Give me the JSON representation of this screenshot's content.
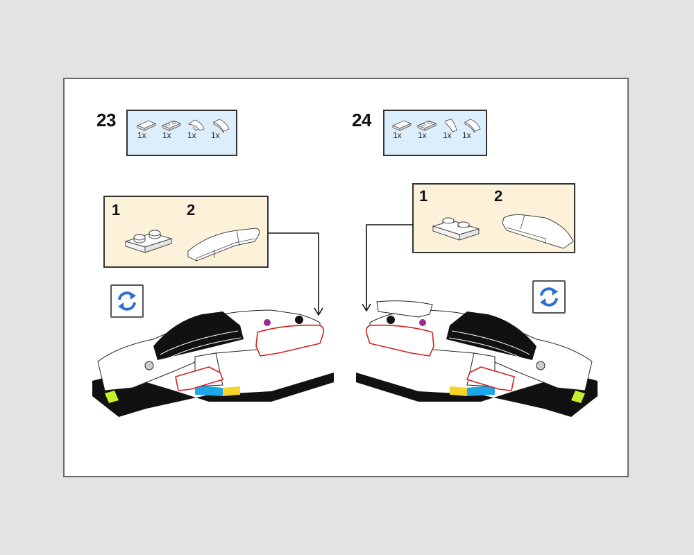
{
  "page": {
    "background": "#e3e3e3",
    "sheet_background": "#ffffff",
    "sheet_border": "#6b6b6b"
  },
  "colors": {
    "parts_list_bg": "#dceefc",
    "callout_bg": "#fcf1d9",
    "highlight_outline": "#d42020",
    "rotate_icon": "#2b6fd1",
    "lime_brick": "#c8f02c",
    "blue_brick": "#1ea6e6",
    "yellow_brick": "#f5d327",
    "magenta_brick": "#9b2b8e"
  },
  "steps": [
    {
      "number": "23",
      "parts": [
        {
          "icon": "tile-1x2-icon",
          "qty": "1x"
        },
        {
          "icon": "plate-1x2-icon",
          "qty": "1x"
        },
        {
          "icon": "curved-slope-left-icon",
          "qty": "1x"
        },
        {
          "icon": "curved-slope-icon",
          "qty": "1x"
        }
      ],
      "callout": {
        "substeps": [
          {
            "number": "1",
            "icon": "plate-1x2-icon"
          },
          {
            "number": "2",
            "icon": "curved-slope-assembly-icon"
          }
        ]
      },
      "rotate_icon": "rotate-model-icon"
    },
    {
      "number": "24",
      "parts": [
        {
          "icon": "tile-1x2-icon",
          "qty": "1x"
        },
        {
          "icon": "plate-1x2-icon",
          "qty": "1x"
        },
        {
          "icon": "curved-slope-right-icon",
          "qty": "1x"
        },
        {
          "icon": "curved-slope-icon",
          "qty": "1x"
        }
      ],
      "callout": {
        "substeps": [
          {
            "number": "1",
            "icon": "plate-1x2-icon"
          },
          {
            "number": "2",
            "icon": "curved-slope-assembly-icon"
          }
        ]
      },
      "rotate_icon": "rotate-model-icon"
    }
  ]
}
